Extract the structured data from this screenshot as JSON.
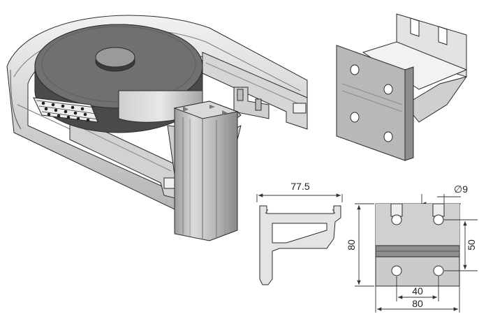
{
  "dimensions": {
    "profile_width": "77.5",
    "hole_diameter": "∅9",
    "total_height": "80",
    "slot_spacing": "50",
    "hole_spacing": "40",
    "total_width": "80"
  },
  "colors": {
    "background": "#ffffff",
    "metal_light": "#e6e6e6",
    "metal_mid": "#c4c4c4",
    "metal_dark": "#8e8e8e",
    "disc_top": "#6e6e6e",
    "disc_side": "#4a4a4a",
    "outline": "#2a2a2a"
  }
}
